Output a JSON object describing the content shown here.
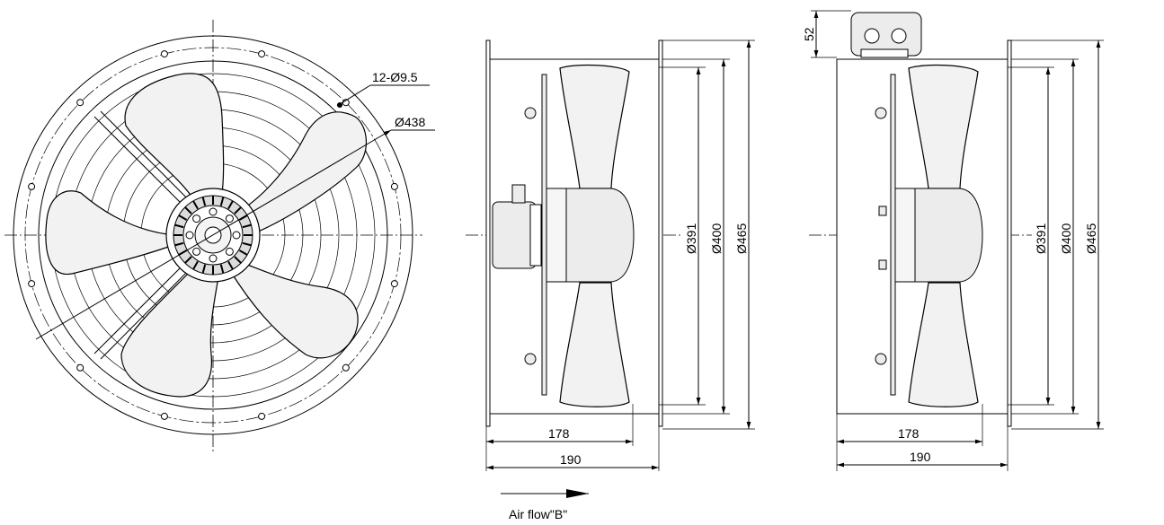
{
  "front_view": {
    "holes_label": "12-Ø9.5",
    "pcd_label": "Ø438"
  },
  "side_view_left": {
    "d1_label": "Ø391",
    "d2_label": "Ø400",
    "d3_label": "Ø465",
    "depth_inner_label": "178",
    "depth_outer_label": "190"
  },
  "side_view_right": {
    "height_label": "52",
    "d1_label": "Ø391",
    "d2_label": "Ø400",
    "d3_label": "Ø465",
    "depth_inner_label": "178",
    "depth_outer_label": "190"
  },
  "airflow": {
    "label": "Air flow\"B\""
  }
}
